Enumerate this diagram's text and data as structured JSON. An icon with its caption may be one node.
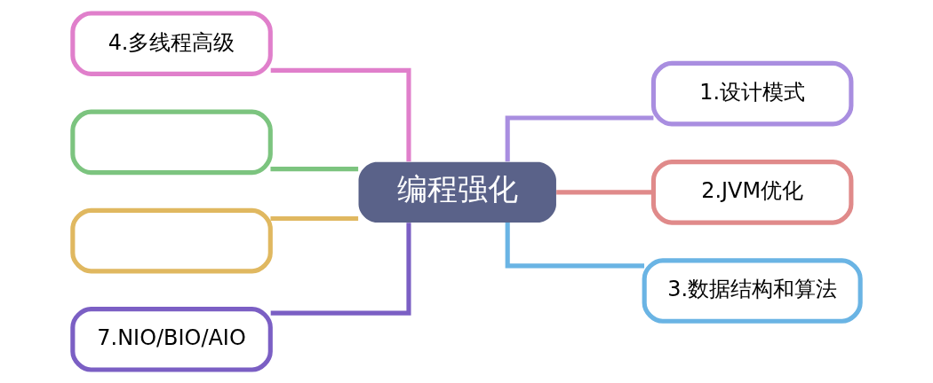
{
  "diagram": {
    "nodes": [
      {
        "text": [
          "编程强化"
        ]
      },
      {
        "text": [
          "1.设计模式"
        ]
      },
      {
        "text": [
          "2.JVM优化"
        ]
      },
      {
        "text": [
          "3.数据结构和算法"
        ]
      },
      {
        "text": [
          "4.多线程高级"
        ]
      },
      {
        "text": [],
        "shape": "box"
      },
      {
        "text": [],
        "shape": "box"
      },
      {
        "text": [
          "7.NIO/BIO/AIO"
        ]
      }
    ],
    "edges": [
      {
        "from": 0,
        "to": 1,
        "arrow": "none",
        "color": "#a98ee0"
      },
      {
        "from": 0,
        "to": 2,
        "arrow": "none",
        "color": "#e08a8a"
      },
      {
        "from": 0,
        "to": 3,
        "arrow": "none",
        "color": "#6ab4e4"
      },
      {
        "from": 0,
        "to": 4,
        "arrow": "none",
        "color": "#e07fcb"
      },
      {
        "from": 0,
        "to": 5,
        "arrow": "none",
        "color": "#7cc47f"
      },
      {
        "from": 0,
        "to": 6,
        "arrow": "none",
        "color": "#e0b860"
      },
      {
        "from": 0,
        "to": 7,
        "arrow": "none",
        "color": "#7b5fc4"
      }
    ]
  }
}
